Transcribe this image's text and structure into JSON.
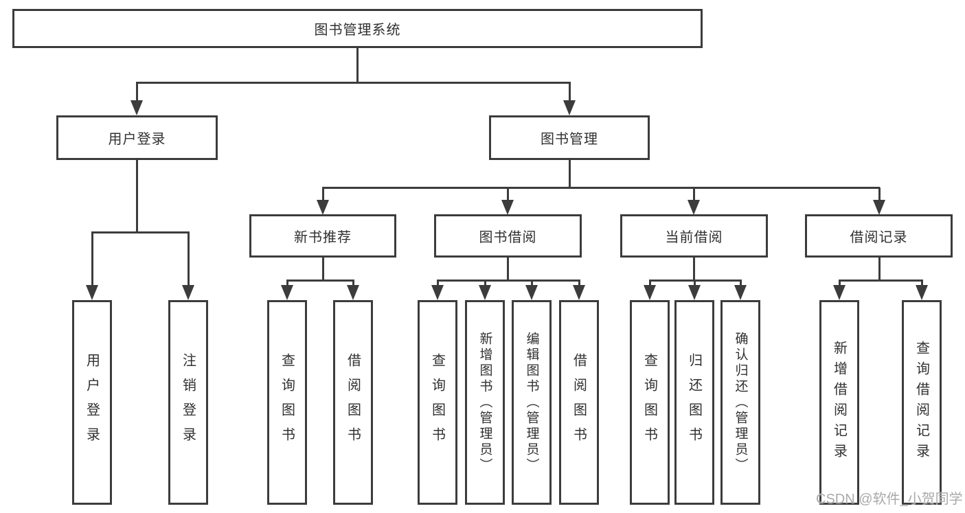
{
  "diagram": {
    "root": {
      "label": "图书管理系统"
    },
    "level2": [
      {
        "label": "用户登录"
      },
      {
        "label": "图书管理"
      }
    ],
    "level3": [
      {
        "label": "新书推荐"
      },
      {
        "label": "图书借阅"
      },
      {
        "label": "当前借阅"
      },
      {
        "label": "借阅记录"
      }
    ],
    "leaves": [
      {
        "label": "用户登录"
      },
      {
        "label": "注销登录"
      },
      {
        "label": "查询图书"
      },
      {
        "label": "借阅图书"
      },
      {
        "label": "查询图书"
      },
      {
        "label": "新增图书（管理员）"
      },
      {
        "label": "编辑图书（管理员）"
      },
      {
        "label": "借阅图书"
      },
      {
        "label": "查询图书"
      },
      {
        "label": "归还图书"
      },
      {
        "label": "确认归还（管理员）"
      },
      {
        "label": "新增借阅记录"
      },
      {
        "label": "查询借阅记录"
      }
    ]
  },
  "watermark": {
    "text": "CSDN @软件_小贺同学"
  },
  "colors": {
    "line": "#3c3c3c",
    "text": "#303030",
    "background": "#ffffff",
    "watermark": "#a9a9a9"
  }
}
